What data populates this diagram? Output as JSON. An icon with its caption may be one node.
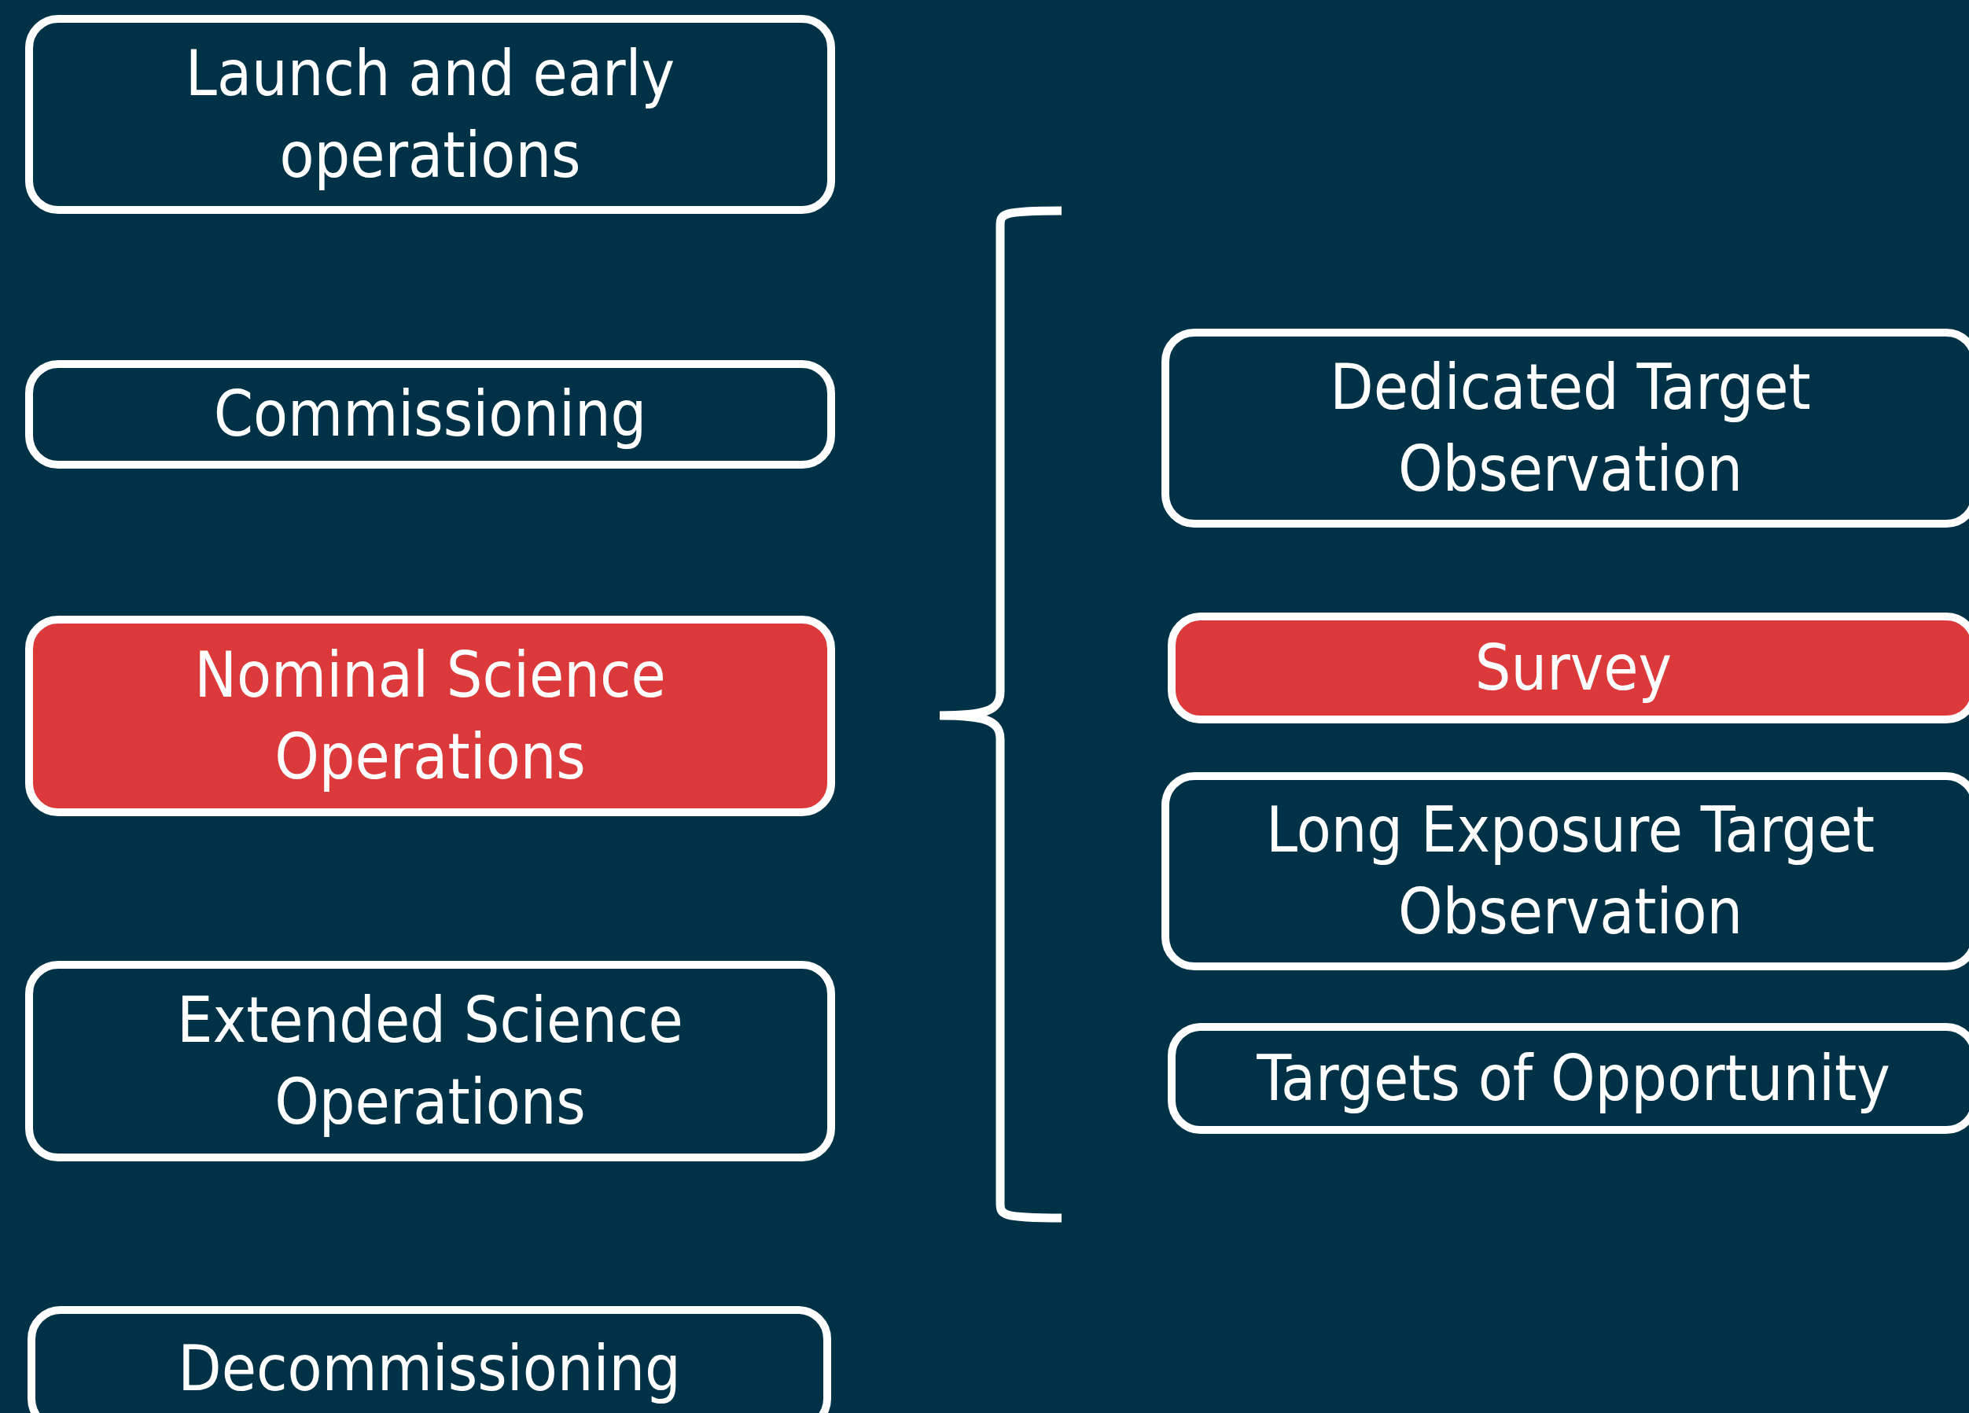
{
  "diagram": {
    "nodes": [
      {
        "text": [
          "Launch and early operations"
        ]
      },
      {
        "text": [
          "Commissioning"
        ]
      },
      {
        "text": [
          "Nominal Science Operations"
        ]
      },
      {
        "text": [
          "Extended Science Operations"
        ]
      },
      {
        "text": [
          "Decommissioning"
        ]
      },
      {
        "text": [
          "Dedicated Target Observation"
        ]
      },
      {
        "text": [
          "Survey"
        ]
      },
      {
        "text": [
          "Long Exposure Target Observation"
        ]
      },
      {
        "text": [
          "Targets of Opportunity"
        ]
      }
    ]
  }
}
